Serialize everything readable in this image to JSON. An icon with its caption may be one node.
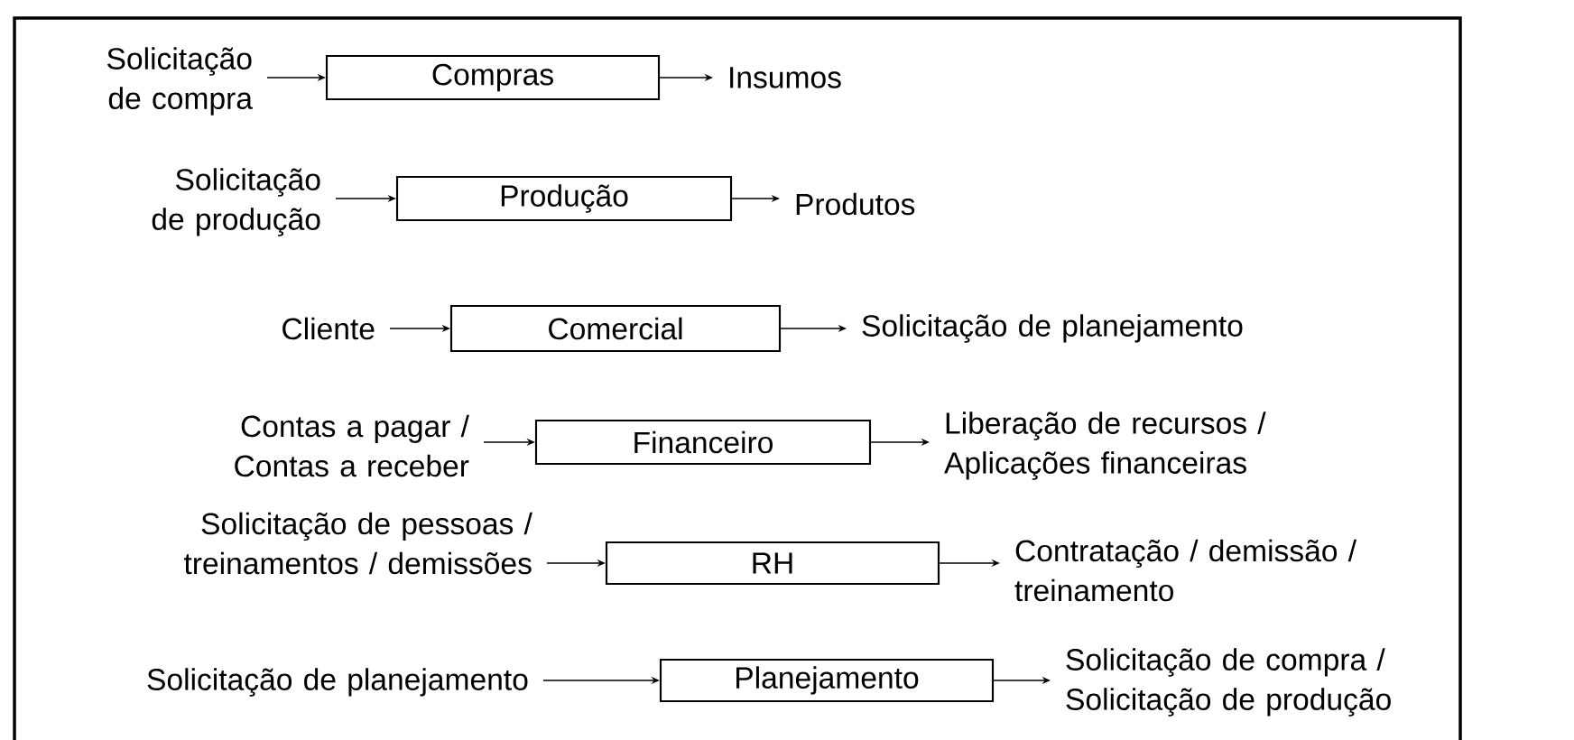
{
  "diagram": {
    "nodes": [
      {
        "text": [
          "Solicitação de compra"
        ]
      },
      {
        "text": [
          "Compras"
        ]
      },
      {
        "text": [
          "Insumos"
        ]
      },
      {
        "text": [
          "Solicitação de produção"
        ]
      },
      {
        "text": [
          "Produção"
        ]
      },
      {
        "text": [
          "Produtos"
        ]
      },
      {
        "text": [
          "Cliente"
        ]
      },
      {
        "text": [
          "Comercial"
        ]
      },
      {
        "text": [
          "Solicitação de planejamento"
        ]
      },
      {
        "text": [
          "Contas a pagar / Contas a receber"
        ]
      },
      {
        "text": [
          "Financeiro"
        ]
      },
      {
        "text": [
          "Liberação de recursos / Aplicações financeiras"
        ]
      },
      {
        "text": [
          "Solicitação de pessoas / treinamentos / demissões"
        ]
      },
      {
        "text": [
          "RH"
        ]
      },
      {
        "text": [
          "Contratação / demissão / treinamento"
        ]
      },
      {
        "text": [
          "Solicitação de planejamento"
        ]
      },
      {
        "text": [
          "Planejamento"
        ]
      },
      {
        "text": [
          "Solicitação de compra / Solicitação de produção"
        ]
      }
    ],
    "edges": [
      {
        "from": 0,
        "to": 1,
        "arrow": "to"
      },
      {
        "from": 1,
        "to": 2,
        "arrow": "to"
      },
      {
        "from": 3,
        "to": 4,
        "arrow": "to"
      },
      {
        "from": 4,
        "to": 5,
        "arrow": "to"
      },
      {
        "from": 6,
        "to": 7,
        "arrow": "to"
      },
      {
        "from": 7,
        "to": 8,
        "arrow": "to"
      },
      {
        "from": 9,
        "to": 10,
        "arrow": "to"
      },
      {
        "from": 10,
        "to": 11,
        "arrow": "to"
      },
      {
        "from": 12,
        "to": 13,
        "arrow": "to"
      },
      {
        "from": 13,
        "to": 14,
        "arrow": "to"
      },
      {
        "from": 15,
        "to": 16,
        "arrow": "to"
      },
      {
        "from": 16,
        "to": 17,
        "arrow": "to"
      }
    ]
  }
}
